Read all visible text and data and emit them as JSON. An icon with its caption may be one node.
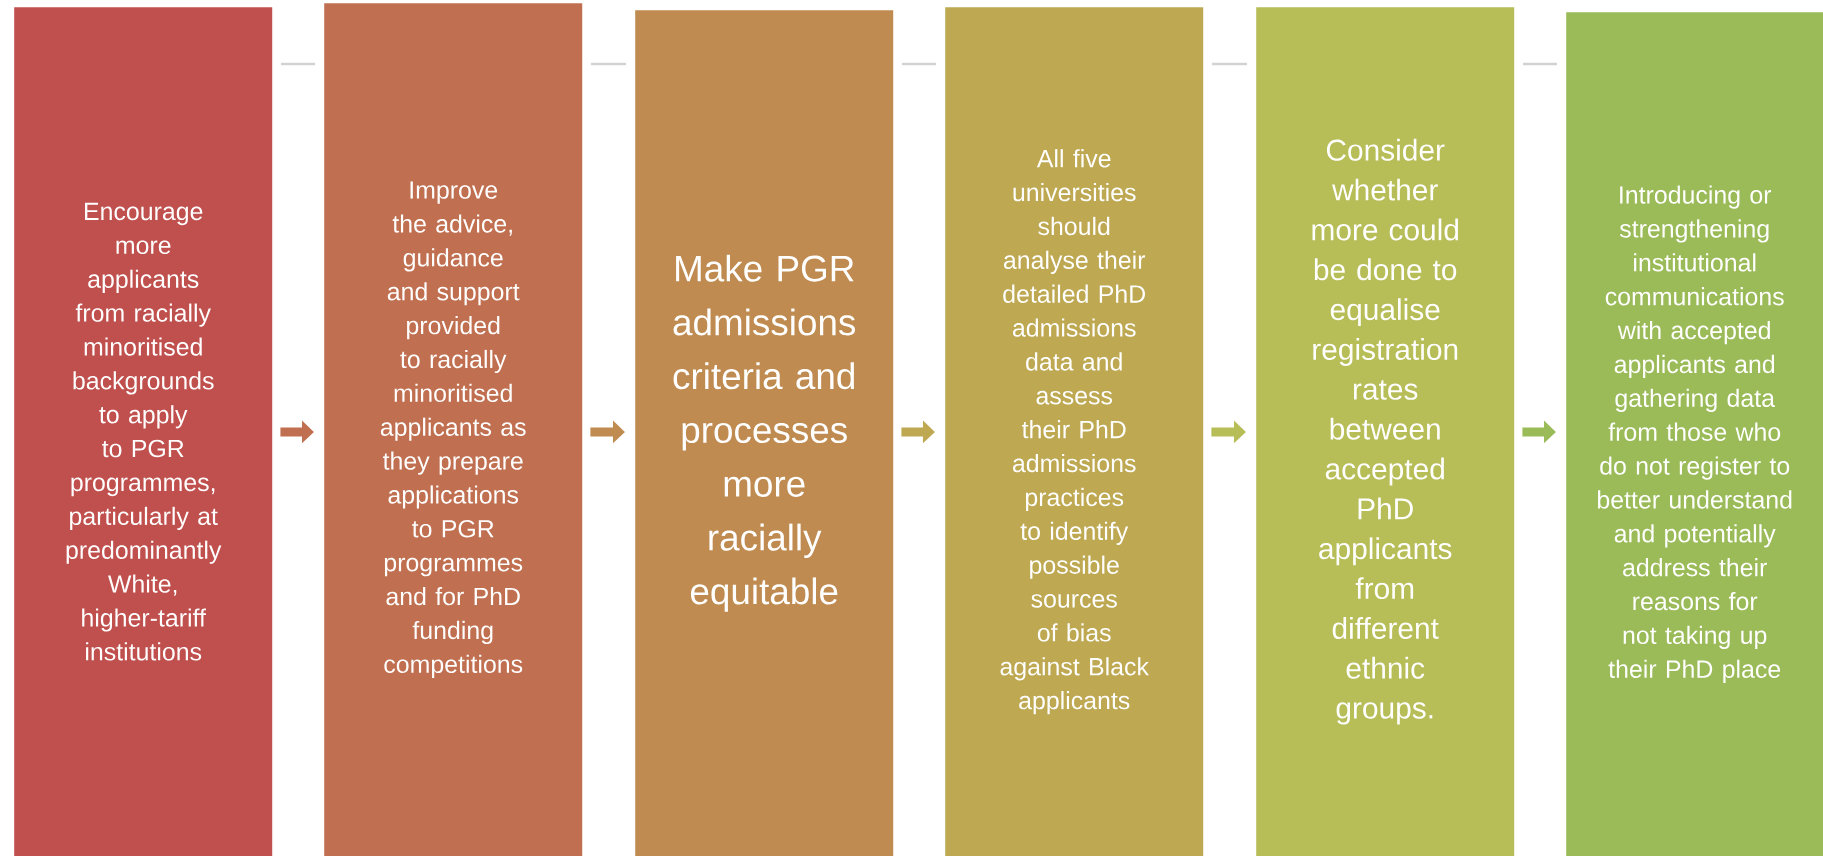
{
  "diagram": {
    "nodes": [
      {
        "text": [
          "Encourage more applicants from racially minoritised backgrounds to apply to PGR programmes, particularly at predominantly White, higher-tariff institutions"
        ]
      },
      {
        "text": [
          "Improve the advice, guidance and support provided to racially minoritised applicants as they prepare applications to PGR programmes and for PhD funding competitions"
        ]
      },
      {
        "text": [
          "Make PGR admissions criteria and processes more racially equitable"
        ]
      },
      {
        "text": [
          "All five universities should analyse their detailed PhD admissions data and assess their PhD admissions practices to identify possible sources of bias against Black applicants"
        ]
      },
      {
        "text": [
          "Consider whether more could be done to equalise registration rates between accepted PhD applicants from different ethnic groups."
        ]
      },
      {
        "text": [
          "Introducing or strengthening institutional communications with accepted applicants and gathering data from those who do not register to better understand and potentially address their reasons for not taking up their PhD place"
        ]
      }
    ],
    "edges": [
      {
        "from": 0,
        "to": 1,
        "arrow": "to"
      },
      {
        "from": 1,
        "to": 2,
        "arrow": "to"
      },
      {
        "from": 2,
        "to": 3,
        "arrow": "to"
      },
      {
        "from": 3,
        "to": 4,
        "arrow": "to"
      },
      {
        "from": 4,
        "to": 5,
        "arrow": "to"
      }
    ]
  }
}
